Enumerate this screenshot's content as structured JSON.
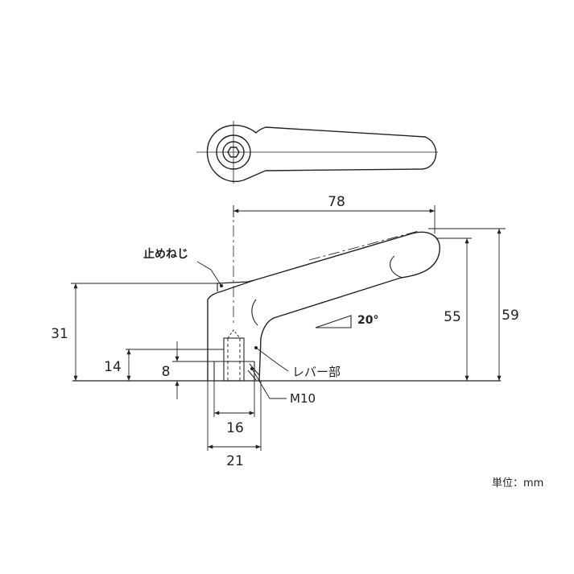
{
  "labels": {
    "set_screw": "止めねじ",
    "lever_part": "レバー部",
    "thread": "M10",
    "angle": "20°",
    "unit": "単位：mm"
  },
  "dimensions": {
    "length": "78",
    "height_59": "59",
    "height_55": "55",
    "height_31": "31",
    "height_14": "14",
    "thread_depth": "8",
    "inner_width": "16",
    "outer_width": "21"
  }
}
